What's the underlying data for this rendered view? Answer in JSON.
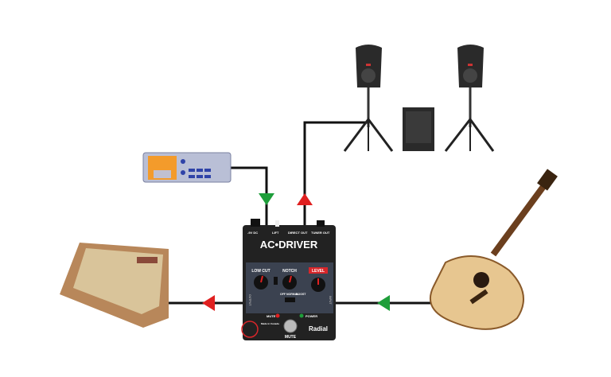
{
  "colors": {
    "wire": "#111111",
    "arrow_in": "#1e9e3a",
    "arrow_out": "#e02020",
    "pedal": "#222222",
    "accent": "#d8262a"
  },
  "pedal": {
    "title": "AC•DRIVER",
    "jacks": {
      "power": "-9V DC",
      "lift": "LIFT",
      "direct_out": "DIRECT OUT",
      "tuner_out": "TUNER OUT"
    },
    "knobs": {
      "low_cut": "LOW CUT",
      "notch": "NOTCH",
      "level": "LEVEL"
    },
    "switch_labels": {
      "off": "OFF",
      "normal": "NORMAL",
      "boost": "BOOST"
    },
    "side": {
      "output": "OUTPUT",
      "input": "INPUT"
    },
    "leds": {
      "mute": "MUTE",
      "power": "POWER"
    },
    "made_in": "Made in Canada",
    "footswitch": "MUTE",
    "brand": "Radial"
  }
}
